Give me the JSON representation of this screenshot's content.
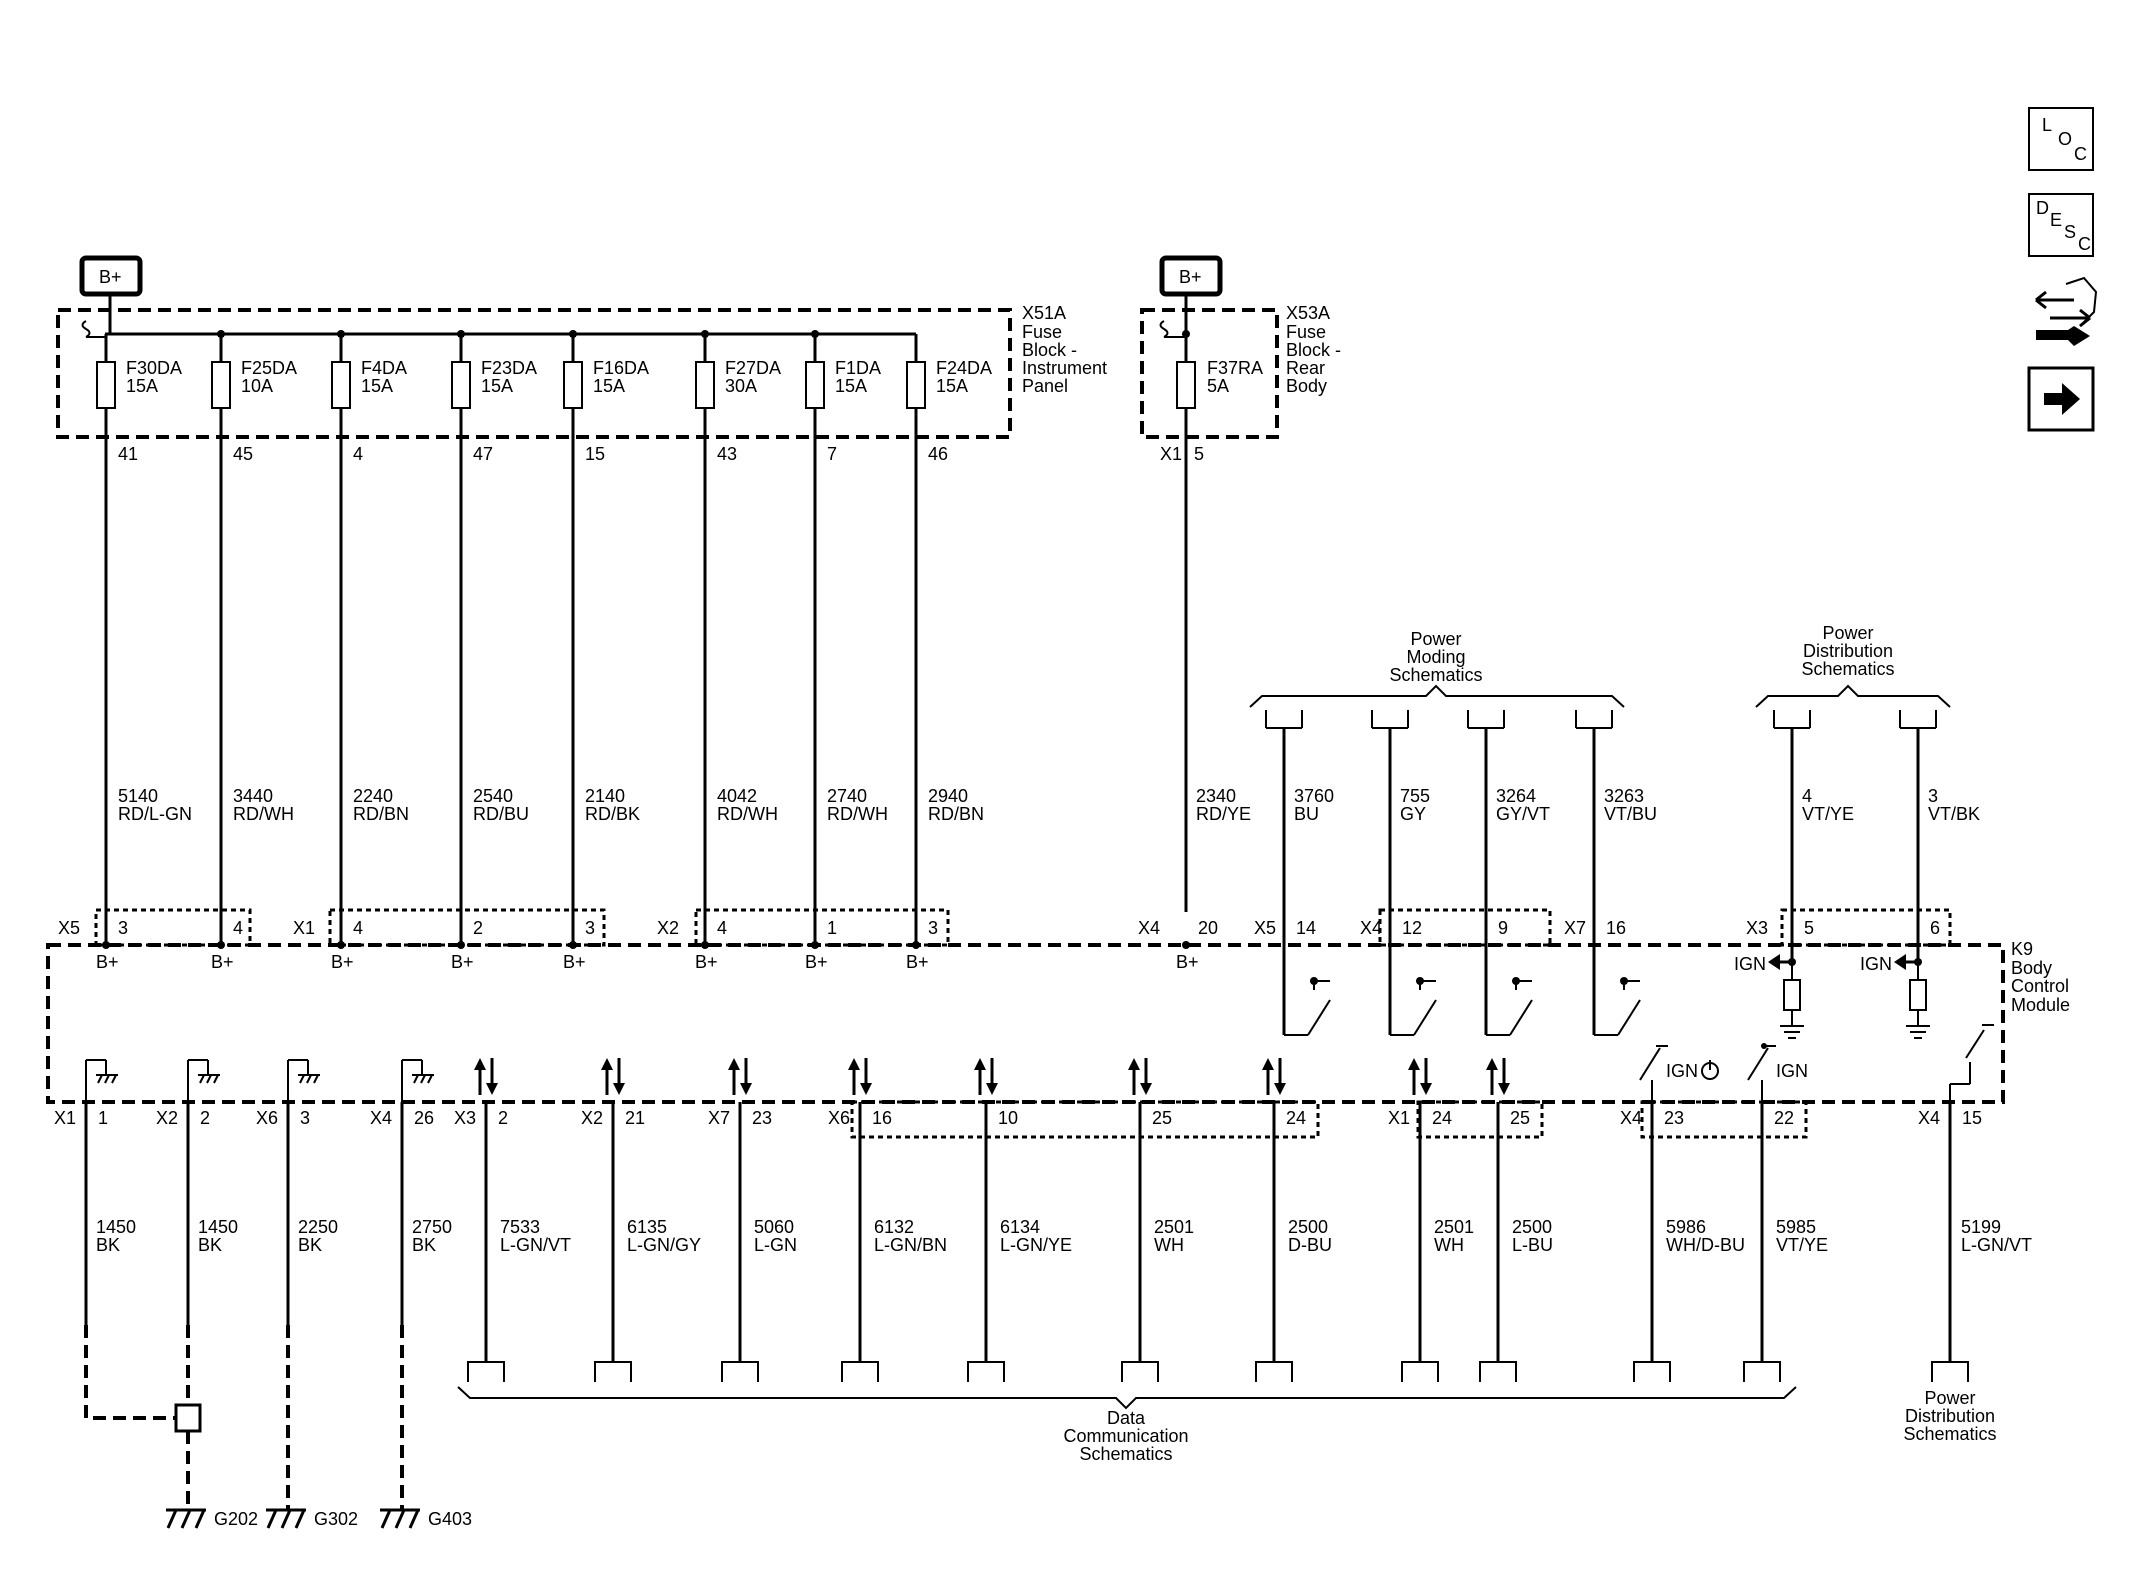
{
  "nav_icons": {
    "loc": {
      "l1": "L",
      "l2": "O",
      "l3": "C"
    },
    "desc": {
      "l1": "D",
      "l2": "E",
      "l3": "S",
      "l4": "C"
    }
  },
  "battery": {
    "label": "B+"
  },
  "fuse_block_ip": {
    "lines": [
      "X51A",
      "Fuse",
      "Block -",
      "Instrument",
      "Panel"
    ]
  },
  "fuse_block_rear": {
    "lines": [
      "X53A",
      "Fuse",
      "Block -",
      "Rear",
      "Body"
    ],
    "connector": "X1"
  },
  "fuses_ip": [
    {
      "name": "F30DA",
      "rating": "15A",
      "pin": "41",
      "circuit": "5140",
      "color": "RD/L-GN"
    },
    {
      "name": "F25DA",
      "rating": "10A",
      "pin": "45",
      "circuit": "3440",
      "color": "RD/WH"
    },
    {
      "name": "F4DA",
      "rating": "15A",
      "pin": "4",
      "circuit": "2240",
      "color": "RD/BN"
    },
    {
      "name": "F23DA",
      "rating": "15A",
      "pin": "47",
      "circuit": "2540",
      "color": "RD/BU"
    },
    {
      "name": "F16DA",
      "rating": "15A",
      "pin": "15",
      "circuit": "2140",
      "color": "RD/BK"
    },
    {
      "name": "F27DA",
      "rating": "30A",
      "pin": "43",
      "circuit": "4042",
      "color": "RD/WH"
    },
    {
      "name": "F1DA",
      "rating": "15A",
      "pin": "7",
      "circuit": "2740",
      "color": "RD/WH"
    },
    {
      "name": "F24DA",
      "rating": "15A",
      "pin": "46",
      "circuit": "2940",
      "color": "RD/BN"
    }
  ],
  "fuse_rear": {
    "name": "F37RA",
    "rating": "5A",
    "pin": "5",
    "circuit": "2340",
    "color": "RD/YE"
  },
  "bcm": {
    "lines": [
      "K9",
      "Body",
      "Control",
      "Module"
    ],
    "top_pins": [
      {
        "conn": "X5",
        "pin": "3"
      },
      {
        "conn": "",
        "pin": "4"
      },
      {
        "conn": "X1",
        "pin": "4"
      },
      {
        "conn": "",
        "pin": "2"
      },
      {
        "conn": "",
        "pin": "3"
      },
      {
        "conn": "X2",
        "pin": "4"
      },
      {
        "conn": "",
        "pin": "1"
      },
      {
        "conn": "",
        "pin": "3"
      },
      {
        "conn": "X4",
        "pin": "20"
      }
    ],
    "bplus": "B+",
    "moding_pins": [
      {
        "conn": "X5",
        "pin": "14"
      },
      {
        "conn": "X4",
        "pin": "12"
      },
      {
        "conn": "",
        "pin": "9"
      },
      {
        "conn": "X7",
        "pin": "16"
      }
    ],
    "ign_pins": [
      {
        "conn": "X3",
        "pin": "5"
      },
      {
        "conn": "",
        "pin": "6"
      }
    ],
    "ign_label": "IGN",
    "bottom_pins": [
      {
        "conn": "X1",
        "pin": "1"
      },
      {
        "conn": "X2",
        "pin": "2"
      },
      {
        "conn": "X6",
        "pin": "3"
      },
      {
        "conn": "X4",
        "pin": "26"
      },
      {
        "conn": "X3",
        "pin": "2"
      },
      {
        "conn": "X2",
        "pin": "21"
      },
      {
        "conn": "X7",
        "pin": "23"
      },
      {
        "conn": "X6",
        "pin": "16"
      },
      {
        "conn": "",
        "pin": "10"
      },
      {
        "conn": "",
        "pin": "25"
      },
      {
        "conn": "",
        "pin": "24"
      },
      {
        "conn": "X1",
        "pin": "24"
      },
      {
        "conn": "",
        "pin": "25"
      },
      {
        "conn": "X4",
        "pin": "23"
      },
      {
        "conn": "",
        "pin": "22"
      },
      {
        "conn": "X4",
        "pin": "15"
      }
    ]
  },
  "moding_wires": [
    {
      "circuit": "3760",
      "color": "BU"
    },
    {
      "circuit": "755",
      "color": "GY"
    },
    {
      "circuit": "3264",
      "color": "GY/VT"
    },
    {
      "circuit": "3263",
      "color": "VT/BU"
    }
  ],
  "ign_wires": [
    {
      "circuit": "4",
      "color": "VT/YE"
    },
    {
      "circuit": "3",
      "color": "VT/BK"
    }
  ],
  "ground_wires": [
    {
      "circuit": "1450",
      "color": "BK"
    },
    {
      "circuit": "1450",
      "color": "BK"
    },
    {
      "circuit": "2250",
      "color": "BK"
    },
    {
      "circuit": "2750",
      "color": "BK"
    }
  ],
  "data_wires": [
    {
      "circuit": "7533",
      "color": "L-GN/VT"
    },
    {
      "circuit": "6135",
      "color": "L-GN/GY"
    },
    {
      "circuit": "5060",
      "color": "L-GN"
    },
    {
      "circuit": "6132",
      "color": "L-GN/BN"
    },
    {
      "circuit": "6134",
      "color": "L-GN/YE"
    },
    {
      "circuit": "2501",
      "color": "WH"
    },
    {
      "circuit": "2500",
      "color": "D-BU"
    },
    {
      "circuit": "2501",
      "color": "WH"
    },
    {
      "circuit": "2500",
      "color": "L-BU"
    },
    {
      "circuit": "5986",
      "color": "WH/D-BU"
    },
    {
      "circuit": "5985",
      "color": "VT/YE"
    }
  ],
  "wakeup_wire": {
    "circuit": "5199",
    "color": "L-GN/VT"
  },
  "ign_switch_labels": {
    "run_label": "IGN",
    "ign_label": "IGN"
  },
  "refs": {
    "power_moding": [
      "Power",
      "Moding",
      "Schematics"
    ],
    "power_dist_top": [
      "Power",
      "Distribution",
      "Schematics"
    ],
    "data_comm": [
      "Data",
      "Communication",
      "Schematics"
    ],
    "power_dist_bottom": [
      "Power",
      "Distribution",
      "Schematics"
    ]
  },
  "grounds": [
    "G202",
    "G302",
    "G403"
  ]
}
